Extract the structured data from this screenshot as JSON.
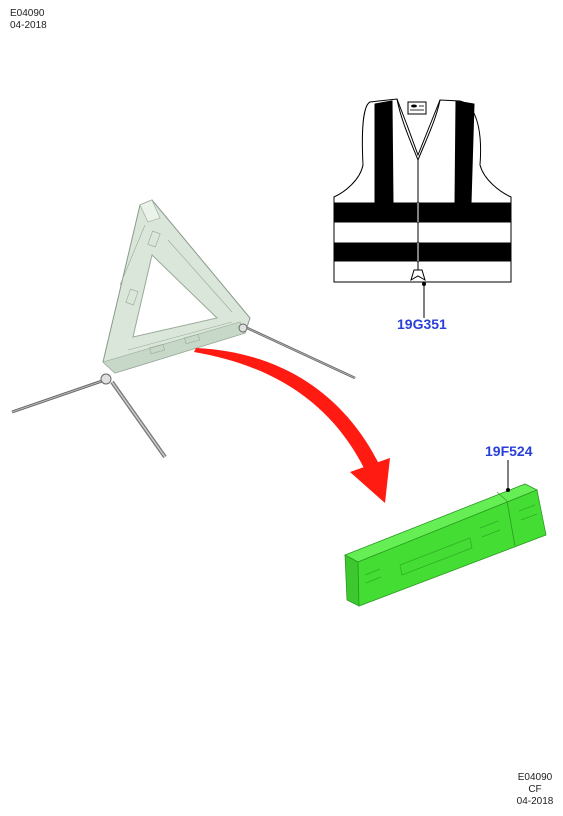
{
  "header": {
    "code": "E04090",
    "date": "04-2018"
  },
  "footer": {
    "code": "E04090",
    "version": "CF",
    "date": "04-2018"
  },
  "callouts": {
    "vest": "19G351",
    "triangle_case": "19F524"
  },
  "colors": {
    "callout": "#2a3fd9",
    "arrow": "#ff1a12",
    "case": "#44dd33",
    "triangle": "#d9e6d9"
  }
}
